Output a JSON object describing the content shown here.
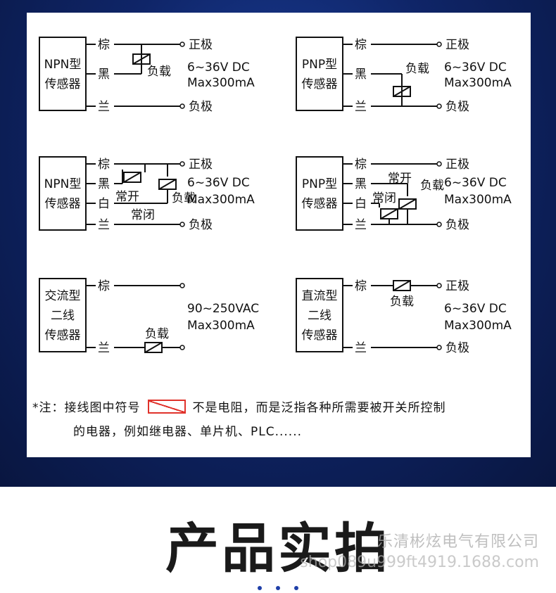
{
  "diagrams": [
    {
      "sensor": [
        "NPN型",
        "传感器"
      ],
      "wires": [
        "棕",
        "黑",
        "兰"
      ],
      "pos": "正极",
      "neg": "负极",
      "load": "负载",
      "spec": [
        "6~36V  DC",
        "Max300mA"
      ]
    },
    {
      "sensor": [
        "PNP型",
        "传感器"
      ],
      "wires": [
        "棕",
        "黑",
        "兰"
      ],
      "pos": "正极",
      "neg": "负极",
      "load": "负载",
      "spec": [
        "6~36V  DC",
        "Max300mA"
      ]
    },
    {
      "sensor": [
        "NPN型",
        "传感器"
      ],
      "wires": [
        "棕",
        "黑",
        "白",
        "兰"
      ],
      "pos": "正极",
      "neg": "负极",
      "load": "负载",
      "no": "常开",
      "nc": "常闭",
      "spec": [
        "6~36V  DC",
        "Max300mA"
      ]
    },
    {
      "sensor": [
        "PNP型",
        "传感器"
      ],
      "wires": [
        "棕",
        "黑",
        "白",
        "兰"
      ],
      "pos": "正极",
      "neg": "负极",
      "load": "负载",
      "no": "常开",
      "nc": "常闭",
      "spec": [
        "6~36V  DC",
        "Max300mA"
      ]
    },
    {
      "sensor": [
        "交流型",
        "二线",
        "传感器"
      ],
      "wires": [
        "棕",
        "兰"
      ],
      "load": "负载",
      "spec": [
        "90~250VAC",
        "Max300mA"
      ]
    },
    {
      "sensor": [
        "直流型",
        "二线",
        "传感器"
      ],
      "wires": [
        "棕",
        "兰"
      ],
      "pos": "正极",
      "neg": "负极",
      "load": "负载",
      "spec": [
        "6~36V  DC",
        "Max300mA"
      ]
    }
  ],
  "note": {
    "prefix": "*注：接线图中符号",
    "suffix": "不是电阻，而是泛指各种所需要被开关所控制",
    "line2": "的电器，例如继电器、单片机、PLC......"
  },
  "photo_title": "产品实拍",
  "watermark": {
    "company": "乐清彬炫电气有限公司",
    "url": "shop089u999ft4919.1688.com"
  },
  "colors": {
    "band": "#0f2568",
    "symbol": "#e0322b"
  }
}
